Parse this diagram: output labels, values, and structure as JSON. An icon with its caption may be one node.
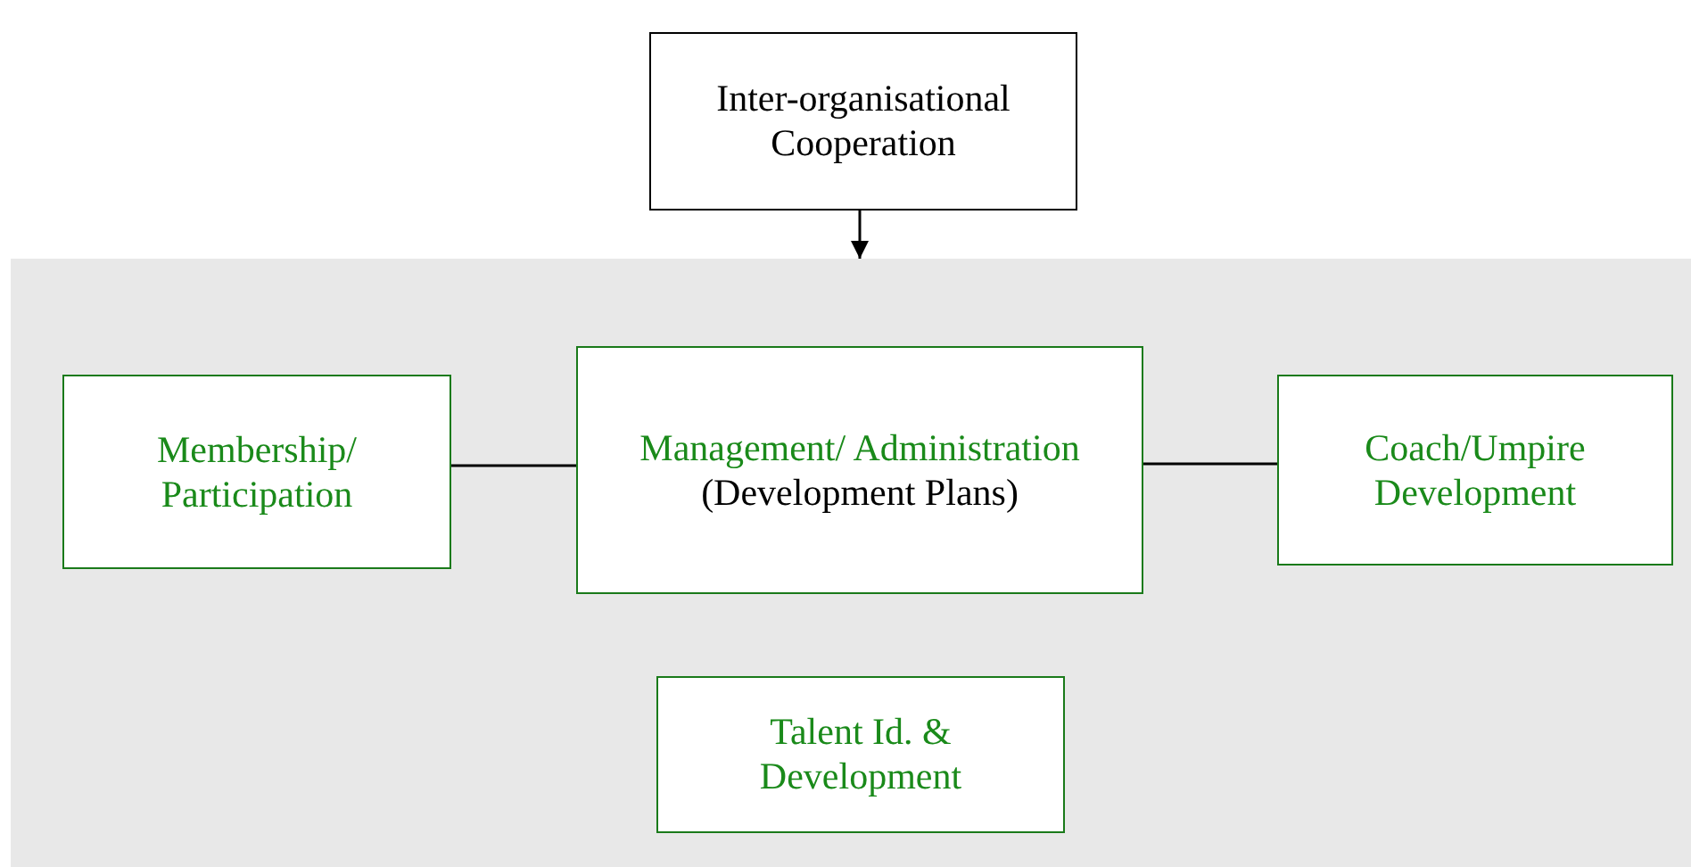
{
  "diagram": {
    "nodes": [
      {
        "text": [
          "Inter-organisational Cooperation"
        ]
      },
      {
        "text": [],
        "shape": "box"
      },
      {
        "text": [
          "Membership/ Participation"
        ],
        "in": 1
      },
      {
        "text": [
          "Management/ Administration",
          "(Development Plans)"
        ],
        "in": 1
      },
      {
        "text": [
          "Coach/Umpire Development"
        ],
        "in": 1
      },
      {
        "text": [
          "Talent Id. & Development"
        ],
        "in": 1
      }
    ],
    "edges": [
      {
        "from": 0,
        "to": 1,
        "arrow": "to"
      },
      {
        "from": 2,
        "to": 3,
        "arrow": "none"
      },
      {
        "from": 3,
        "to": 4,
        "arrow": "none"
      }
    ]
  }
}
